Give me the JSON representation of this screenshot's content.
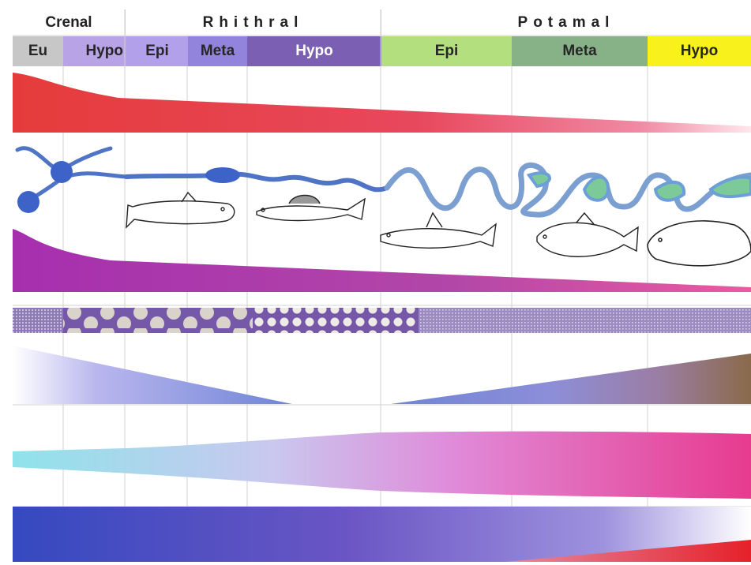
{
  "zones": [
    {
      "label": "Crenal"
    },
    {
      "label": "Rhithral"
    },
    {
      "label": "Potamal"
    }
  ],
  "subzones": [
    {
      "label": "Eu",
      "color": "#c7c7c7"
    },
    {
      "label": "Hypo",
      "color": "#b7a3e6"
    },
    {
      "label": "Epi",
      "color": "#b3a0ea"
    },
    {
      "label": "Meta",
      "color": "#9284dc"
    },
    {
      "label": "Hypo",
      "color": "#7a5fb2"
    },
    {
      "label": "Epi",
      "color": "#b4df7e"
    },
    {
      "label": "Meta",
      "color": "#87b287"
    },
    {
      "label": "Hypo",
      "color": "#f8f11c"
    }
  ],
  "colors": {
    "gridline": "#d2d2d2",
    "river": "#4f74c5",
    "river_outline": "#7c9fd2",
    "wetland": "#7cc99a",
    "red_band": "#e53b3b",
    "magenta_band": "#a62fae",
    "pattern_band": "#7658a8",
    "blue_wedge": "#6f84d6",
    "brown_wedge": "#8a6a4a",
    "cyan_band": "#8fe3ea",
    "pink_band": "#e73b8f",
    "indigo_band": "#3549c0",
    "bottom_red": "#e5212a"
  },
  "icons": {
    "fish_1": "trout-icon",
    "fish_2": "grayling-icon",
    "fish_3": "barbel-icon",
    "fish_4": "bream-icon",
    "fish_5": "flounder-icon"
  }
}
